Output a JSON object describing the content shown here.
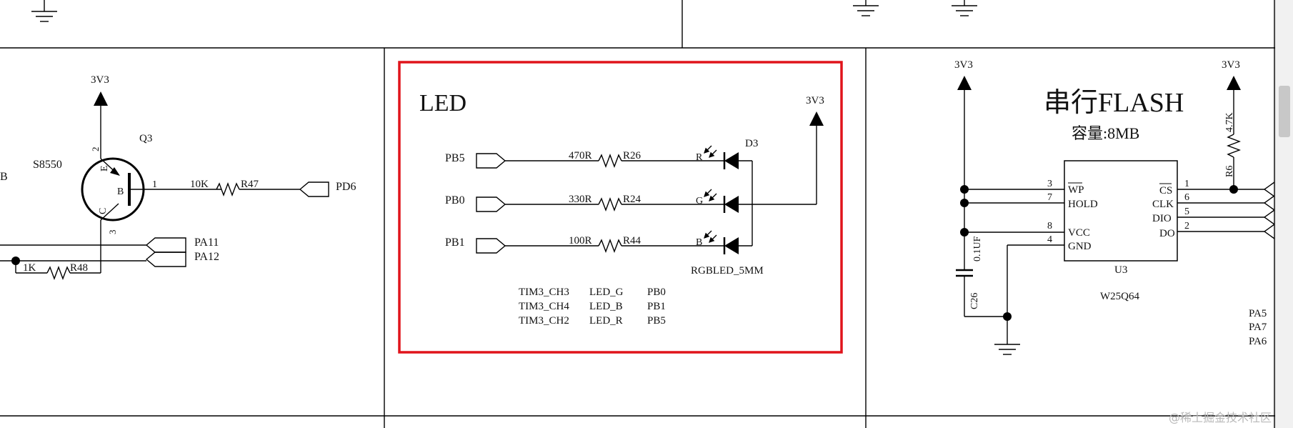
{
  "labels": {
    "led_title": "LED",
    "flash_title": "串行FLASH",
    "flash_capacity": "容量:8MB",
    "pwr_3v3": "3V3",
    "q3": "Q3",
    "s8550": "S8550",
    "pin_e": "E",
    "pin_b": "B",
    "pin_c": "C",
    "pin_1": "1",
    "pin_2": "2",
    "pin_3": "3",
    "k10": "10K",
    "r47": "R47",
    "pd6": "PD6",
    "pa11": "PA11",
    "pa12": "PA12",
    "k1": "1K",
    "r48": "R48",
    "left_b": "B",
    "pb5": "PB5",
    "pb0": "PB0",
    "pb1": "PB1",
    "r470": "470R",
    "r26": "R26",
    "r330": "330R",
    "r24": "R24",
    "r100": "100R",
    "r44": "R44",
    "led_r": "R",
    "led_g": "G",
    "led_b": "B",
    "d3": "D3",
    "rgbled": "RGBLED_5MM",
    "k47": "4.7K",
    "r6": "R6",
    "c26": "C26",
    "cap_val": "0.1UF",
    "wp": "WP",
    "hold": "HOLD",
    "vcc": "VCC",
    "gnd": "GND",
    "cs": "CS",
    "clk": "CLK",
    "dio": "DIO",
    "do": "DO",
    "u3": "U3",
    "w25q64": "W25Q64",
    "n3": "3",
    "n7": "7",
    "n8": "8",
    "n4": "4",
    "n1": "1",
    "n6": "6",
    "n5": "5",
    "n2": "2",
    "pa5": "PA5",
    "pa7": "PA7",
    "pa6": "PA6"
  },
  "tim_table": [
    [
      "TIM3_CH3",
      "LED_G",
      "PB0"
    ],
    [
      "TIM3_CH4",
      "LED_B",
      "PB1"
    ],
    [
      "TIM3_CH2",
      "LED_R",
      "PB5"
    ]
  ],
  "watermark": "@稀土掘金技术社区",
  "colors": {
    "highlight": "#e0141b",
    "wire": "#000000"
  }
}
